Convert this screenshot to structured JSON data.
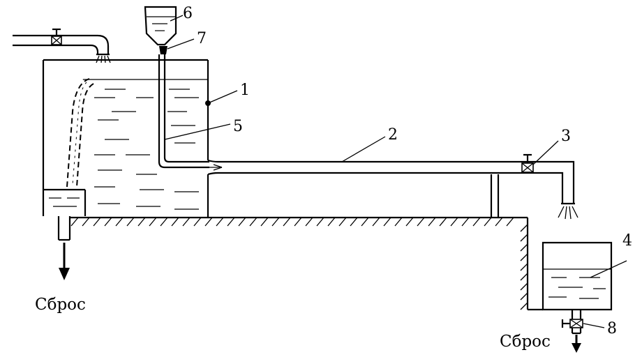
{
  "labels": {
    "n1": "1",
    "n2": "2",
    "n3": "3",
    "n4": "4",
    "n5": "5",
    "n6": "6",
    "n7": "7",
    "n8": "8"
  },
  "captions": {
    "drain_left": "Сброс",
    "drain_right": "Сброс"
  }
}
